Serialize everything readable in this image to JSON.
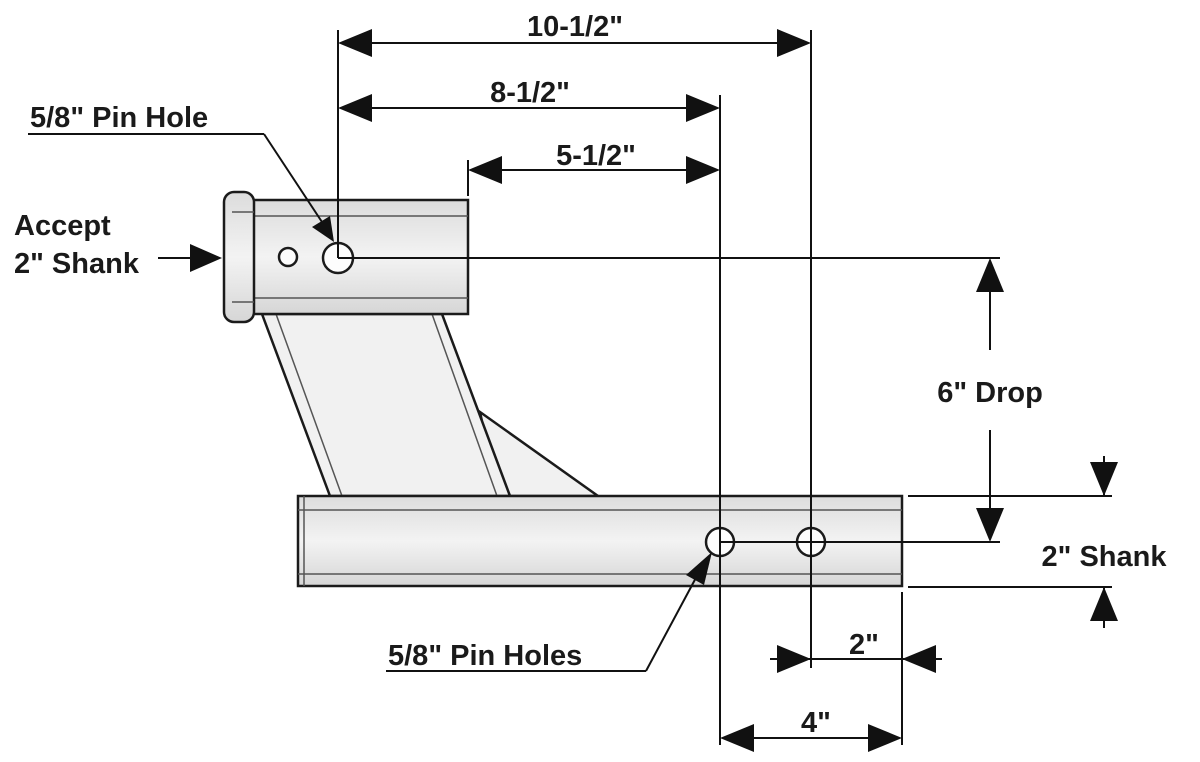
{
  "labels": {
    "accept_line1": "Accept",
    "accept_line2": "2\" Shank",
    "pin_hole": "5/8\" Pin Hole",
    "pin_holes": "5/8\" Pin Holes",
    "drop": "6\" Drop",
    "shank": "2\" Shank"
  },
  "dimensions": {
    "d_10_5": "10-1/2\"",
    "d_8_5": "8-1/2\"",
    "d_5_5": "5-1/2\"",
    "d_2": "2\"",
    "d_4": "4\""
  }
}
